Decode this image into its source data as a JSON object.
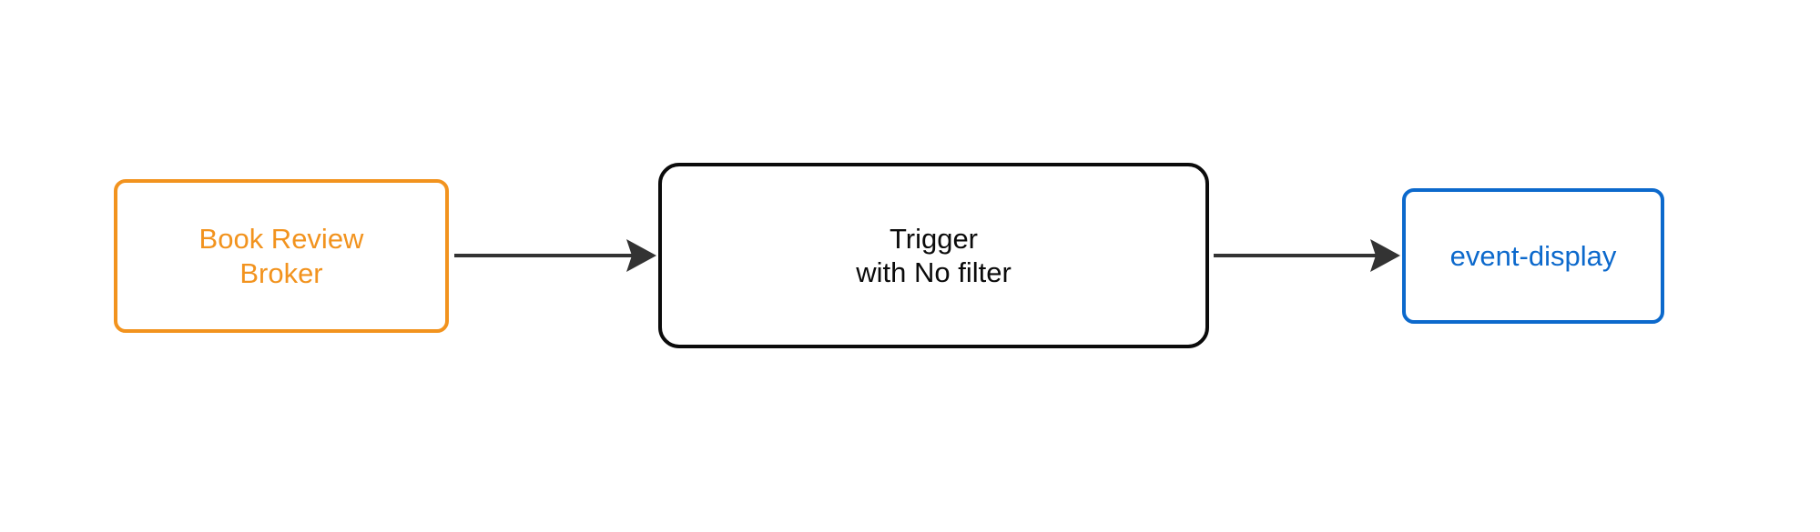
{
  "diagram": {
    "type": "flowchart",
    "orientation": "left-to-right",
    "background_color": "#ffffff",
    "nodes": [
      {
        "id": "broker",
        "label": "Book Review\nBroker",
        "label_lines": [
          "Book Review",
          "Broker"
        ],
        "role": "broker",
        "shape": "rounded-rectangle",
        "border_color": "#F2931E",
        "text_color": "#F2931E",
        "fill_color": "#ffffff"
      },
      {
        "id": "trigger",
        "label": "Trigger\nwith No filter",
        "label_lines": [
          "Trigger",
          "with No filter"
        ],
        "role": "trigger",
        "shape": "rounded-rectangle",
        "border_color": "#0b0b0b",
        "text_color": "#0b0b0b",
        "fill_color": "#ffffff"
      },
      {
        "id": "sink",
        "label": "event-display",
        "label_lines": [
          "event-display"
        ],
        "role": "sink",
        "shape": "rounded-rectangle",
        "border_color": "#0C69CC",
        "text_color": "#0C69CC",
        "fill_color": "#ffffff"
      }
    ],
    "edges": [
      {
        "id": "edge-broker-to-trigger",
        "from": "broker",
        "to": "trigger",
        "label": "",
        "color": "#333333",
        "arrow": "solid-triangle"
      },
      {
        "id": "edge-trigger-to-sink",
        "from": "trigger",
        "to": "sink",
        "label": "",
        "color": "#333333",
        "arrow": "solid-triangle"
      }
    ]
  }
}
